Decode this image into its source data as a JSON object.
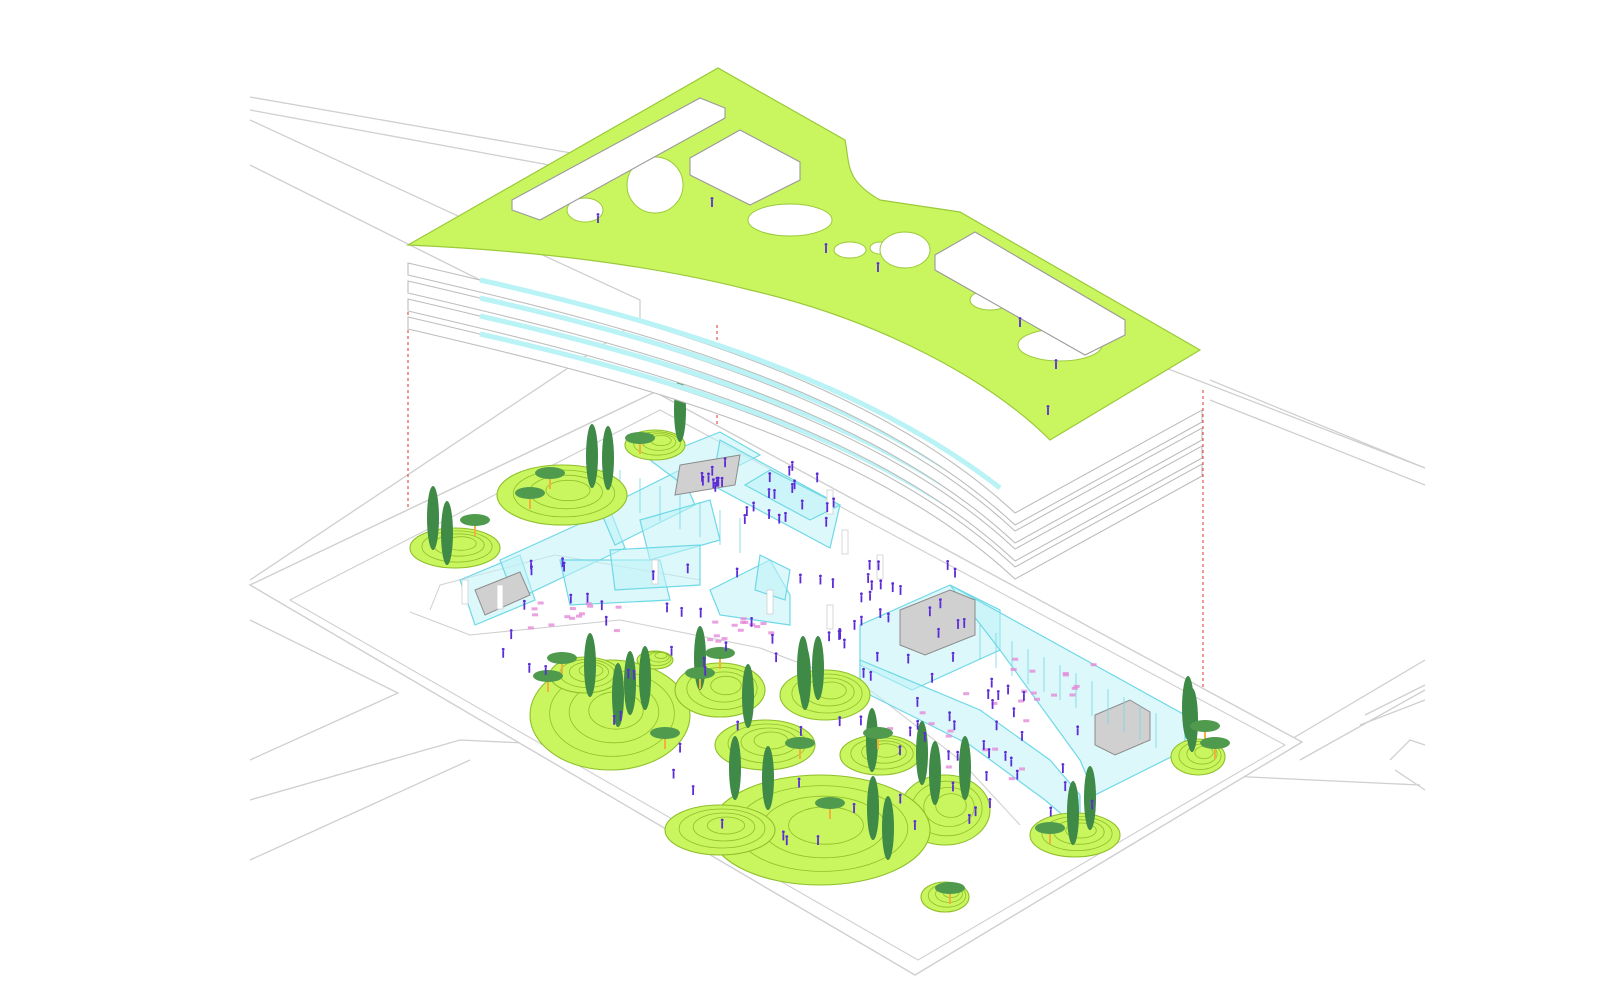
{
  "diagram": {
    "style": "exploded axonometric",
    "colors": {
      "background": "#ffffff",
      "context_line": "#cfcfcf",
      "roof_green": "#c9f55e",
      "roof_edge": "#9bc93a",
      "pavilion_fill": "#ffffff",
      "hole_fill": "#ffffff",
      "floor_edge": "#bdbdbd",
      "glazing_band": "#b9f3f6",
      "glass_wall": "#bff3f8",
      "glass_edge": "#6fd8e6",
      "core_grey": "#d0d0d0",
      "core_line": "#8c8c8c",
      "mound_green": "#c9f55e",
      "contour": "#8fbf2a",
      "cypress": "#3e8a46",
      "pine_canopy": "#4f9a4d",
      "trunk": "#f2b13b",
      "people": "#5b2bd8",
      "furniture": "#e58ad8",
      "guide_line": "#d9342b"
    },
    "context": {
      "roads": true
    },
    "roof": {
      "pavilions": 3,
      "courtyard_holes": 9,
      "floors": 4
    },
    "ground": {
      "north_pavilion": {
        "cores": 2
      },
      "south_pavilion": {
        "cores": 2
      },
      "landscape_mounds": 16,
      "cypress_trees": 26,
      "umbrella_pines": 16,
      "people": 140
    },
    "guides": {
      "vertical_lines": 3,
      "style": "dashed"
    }
  }
}
